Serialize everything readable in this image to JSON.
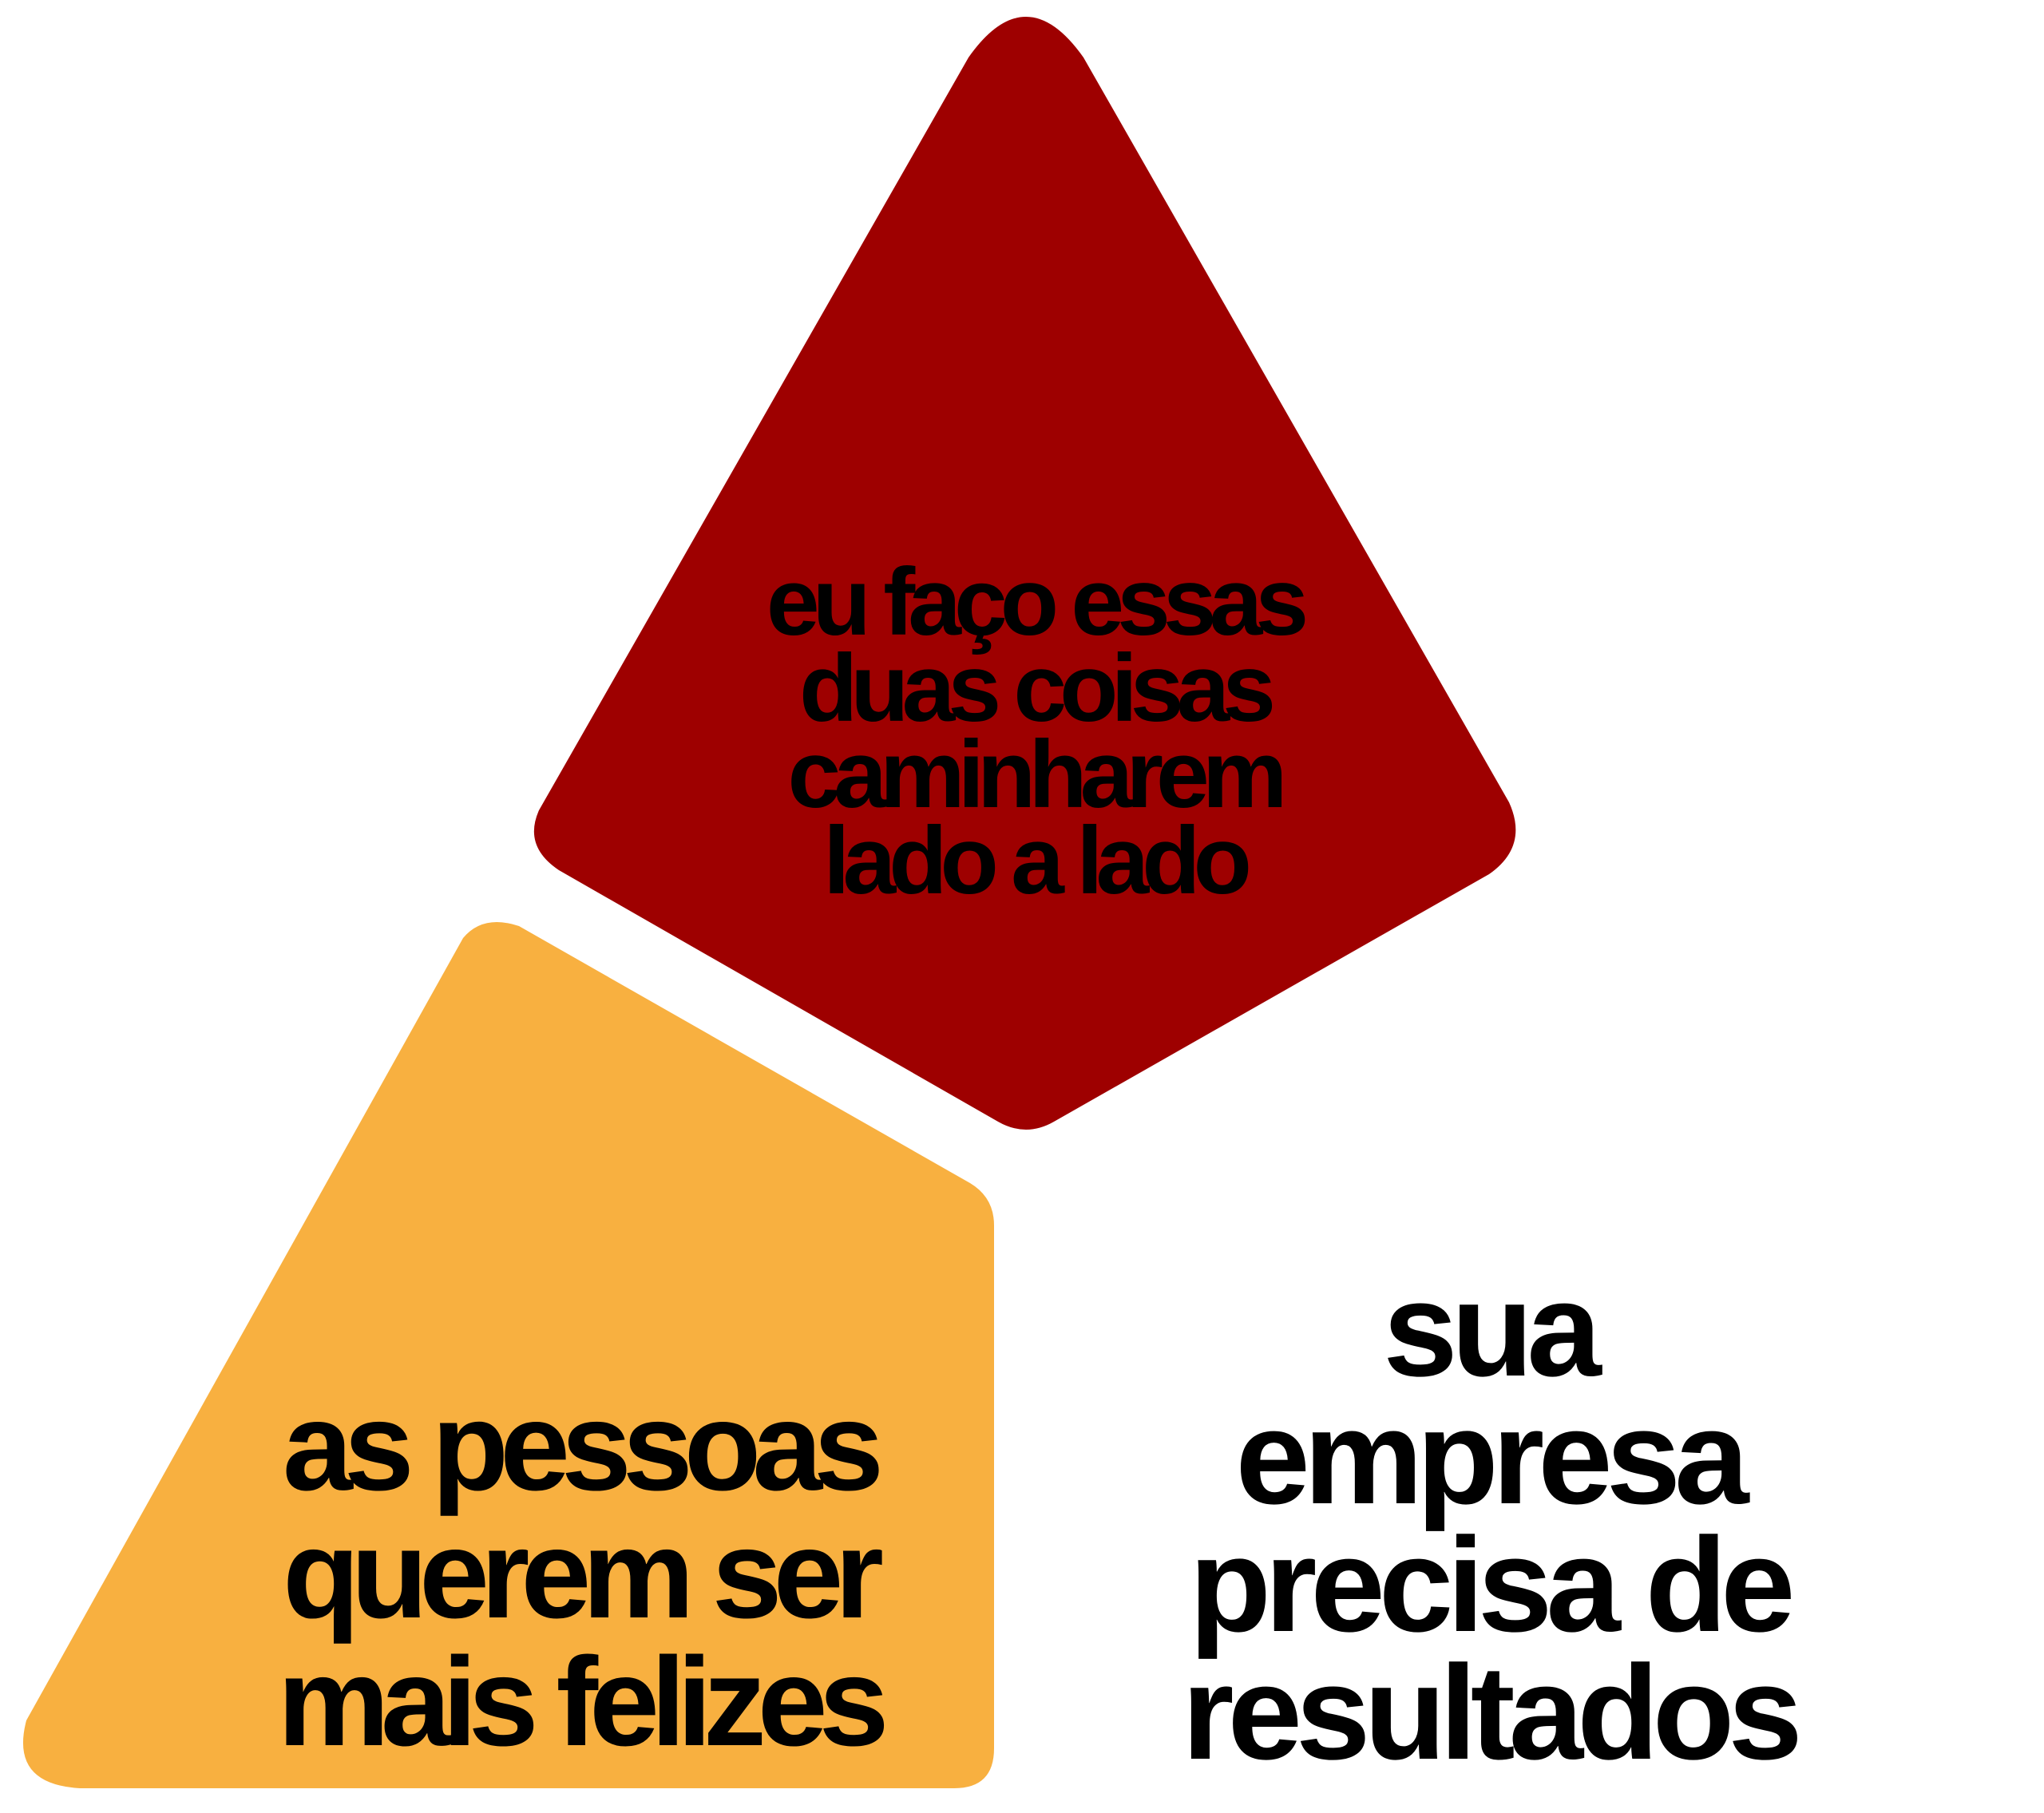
{
  "colors": {
    "top_triangle": "#9e0000",
    "left_shape": "#f8b040",
    "text": "#000000",
    "background": "#ffffff"
  },
  "top_shape": {
    "lines": [
      "eu faço  essas",
      "duas coisas",
      "caminharem",
      "lado a lado"
    ]
  },
  "left_shape": {
    "lines": [
      "as pessoas",
      "querem ser",
      "mais felizes"
    ]
  },
  "right_text": {
    "lines": [
      "sua",
      "empresa",
      "precisa de",
      "resultados"
    ]
  }
}
